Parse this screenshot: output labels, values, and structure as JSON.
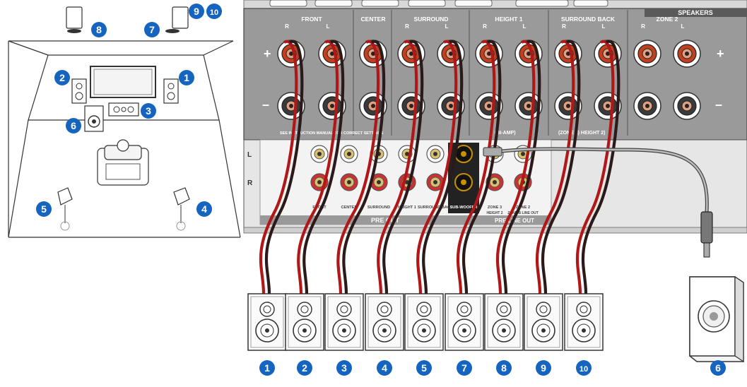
{
  "room": {
    "badges": [
      "1",
      "2",
      "3",
      "4",
      "5",
      "6",
      "7",
      "8",
      "9",
      "10"
    ]
  },
  "panel": {
    "groups": [
      {
        "name": "FRONT",
        "sub": [
          "R",
          "L"
        ]
      },
      {
        "name": "CENTER",
        "sub": []
      },
      {
        "name": "SURROUND",
        "sub": [
          "R",
          "L"
        ]
      },
      {
        "name": "HEIGHT 1",
        "sub": [
          "R",
          "L"
        ]
      },
      {
        "name": "SURROUND BACK",
        "sub": [
          "R",
          "L"
        ]
      },
      {
        "name": "ZONE 2",
        "sub": [
          "R",
          "L"
        ]
      }
    ],
    "speakers_title": "SPEAKERS",
    "plus": "+",
    "minus": "–",
    "note_instruction": "SEE INSTRUCTION MANUAL FOR CORRECT SETTINGS",
    "note_biamp": "(BI-AMP)",
    "note_zone3": "(ZONE 3) HEIGHT 2)",
    "preout_lr": [
      "L",
      "R"
    ],
    "preout_labels": [
      "FRONT",
      "CENTER",
      "SURROUND",
      "HEIGHT 1",
      "SURROUND BACK",
      "SUB-WOOFER",
      "ZONE 3",
      "ZONE 2"
    ],
    "preout_title": "PRE OUT",
    "zone_sub": [
      "HEIGHT 2",
      "ZONE B LINE OUT"
    ],
    "lineout_title": "PRE/LINE OUT"
  },
  "bottom_speakers": [
    "1",
    "2",
    "3",
    "4",
    "5",
    "7",
    "8",
    "9",
    "10"
  ],
  "subwoofer_badge": "6",
  "colors": {
    "badge": "#1565c0",
    "wire_red": "#b01818",
    "wire_dark": "#2a1a1a",
    "panel": "#9a9a9a",
    "panel_dark": "#5a5a5a"
  }
}
